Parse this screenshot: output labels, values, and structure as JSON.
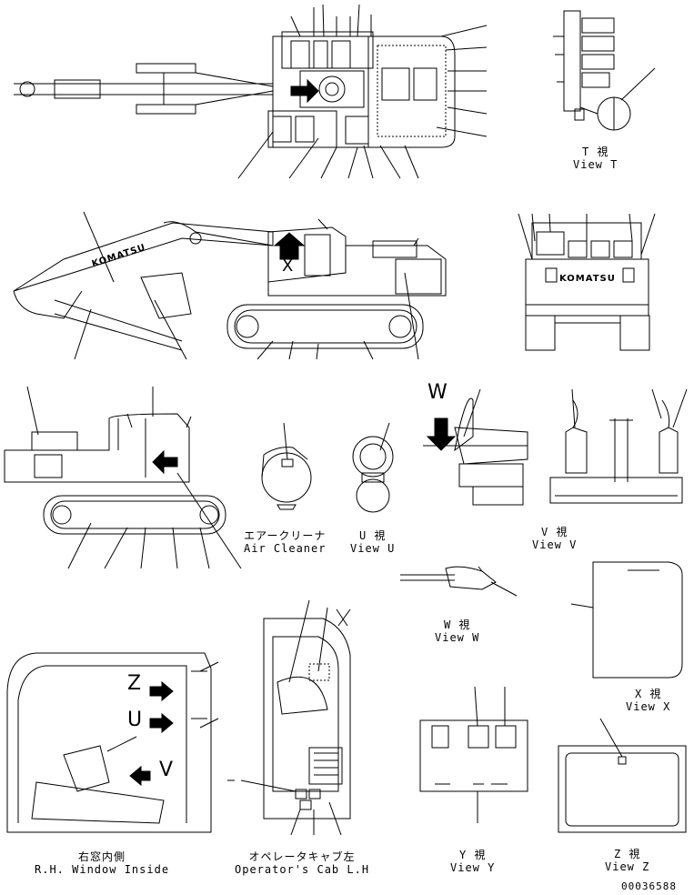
{
  "labels": {
    "view_t": {
      "jp": "T 視",
      "en": "View T"
    },
    "air_cleaner": {
      "jp": "エアークリーナ",
      "en": "Air Cleaner"
    },
    "view_u": {
      "jp": "U 視",
      "en": "View U"
    },
    "view_v": {
      "jp": "V 視",
      "en": "View V"
    },
    "view_w": {
      "jp": "W 視",
      "en": "View W"
    },
    "view_x": {
      "jp": "X 視",
      "en": "View X"
    },
    "rh_window": {
      "jp": "右窓内側",
      "en": "R.H. Window Inside"
    },
    "operator_cab": {
      "jp": "オペレータキャブ左",
      "en": "Operator's Cab L.H"
    },
    "view_y": {
      "jp": "Y 視",
      "en": "View Y"
    },
    "view_z": {
      "jp": "Z 視",
      "en": "View Z"
    }
  },
  "callouts": {
    "w": "W",
    "x": "X",
    "z": "Z",
    "u": "U",
    "v": "V"
  },
  "drawing_number": "00036588",
  "brand_mark": "KOMATSU"
}
